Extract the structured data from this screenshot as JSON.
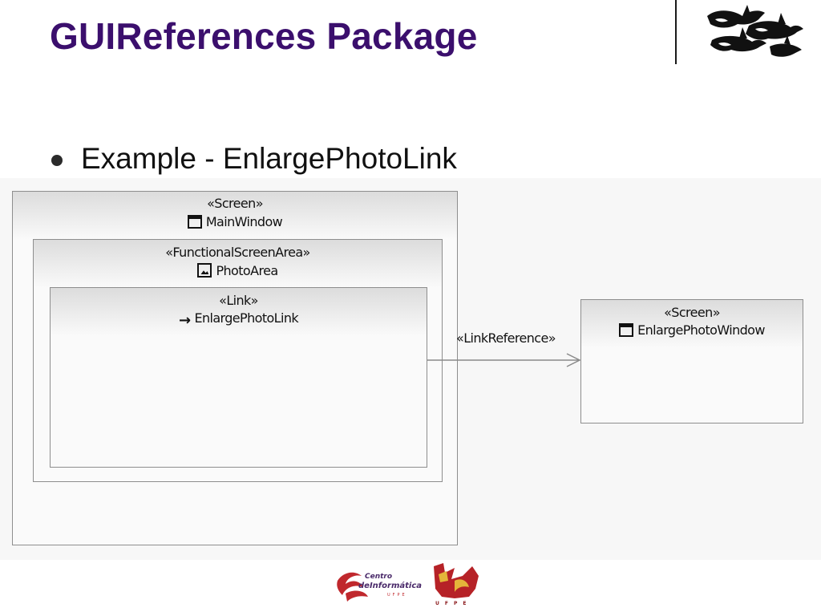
{
  "slide": {
    "title": "GUIReferences Package",
    "bullet": "Example - EnlargePhotoLink"
  },
  "diagram": {
    "main_window": {
      "stereotype": "«Screen»",
      "name": "MainWindow",
      "icon": "window-icon"
    },
    "photo_area": {
      "stereotype": "«FunctionalScreenArea»",
      "name": "PhotoArea",
      "icon": "image-icon"
    },
    "link": {
      "stereotype": "«Link»",
      "name": "EnlargePhotoLink",
      "icon": "arrow-right-icon"
    },
    "enlarge_window": {
      "stereotype": "«Screen»",
      "name": "EnlargePhotoWindow",
      "icon": "window-icon"
    },
    "connector": {
      "label": "«LinkReference»"
    }
  },
  "logos": {
    "top_right": "orca-logo",
    "bottom_left_text_1": "Centro",
    "bottom_left_text_2": "deInformática",
    "bottom_left_text_3": "UFPE",
    "bottom_right_text": "UFPE"
  },
  "colors": {
    "title": "#3b0f6d",
    "canvas": "#f7f7f7",
    "box_border": "#8e8e8e",
    "centro_red": "#c0282d"
  }
}
